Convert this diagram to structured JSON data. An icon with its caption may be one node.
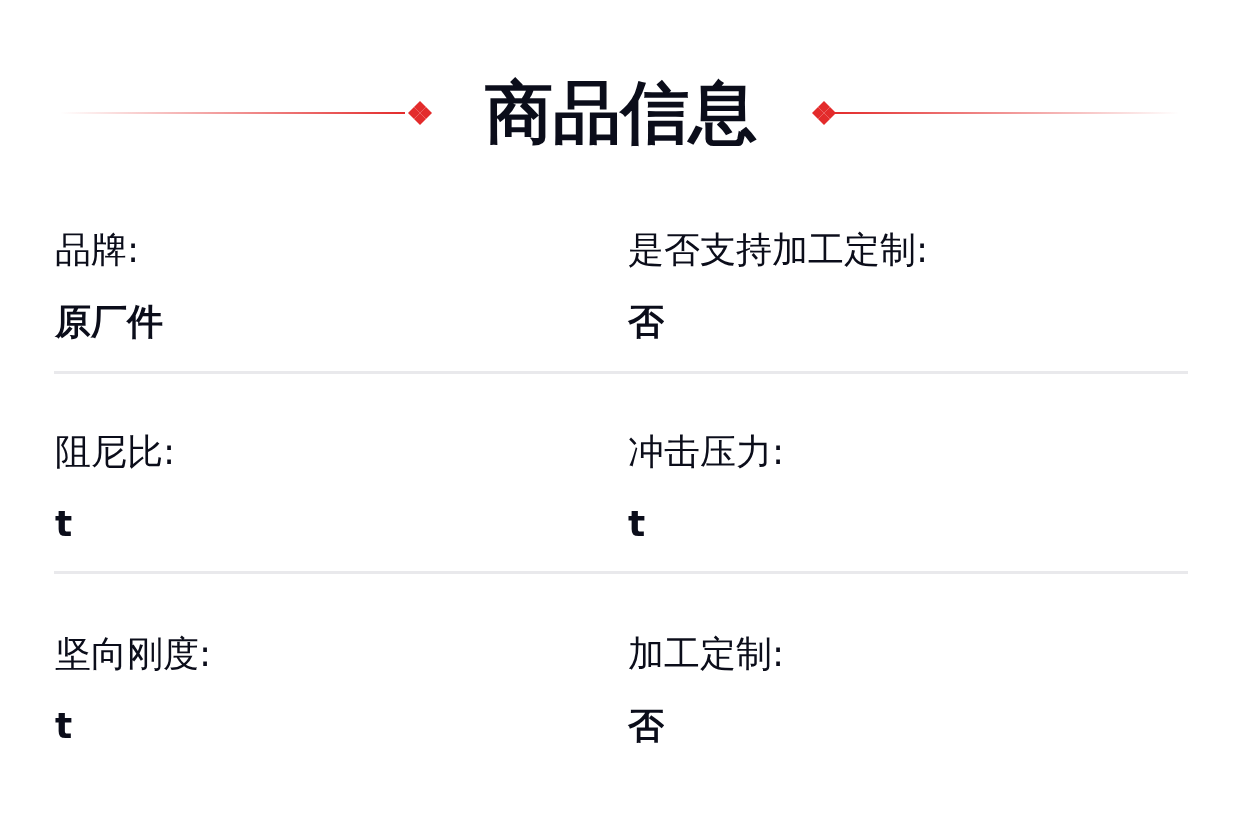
{
  "diagram": {
    "title": "商品信息",
    "labels": [
      "品牌:",
      "原厂件",
      "是否支持加工定制:",
      "否",
      "阻尼比:",
      "t",
      "冲击压力:",
      "t",
      "坚向刚度:",
      "t",
      "加工定制:",
      "否"
    ]
  }
}
